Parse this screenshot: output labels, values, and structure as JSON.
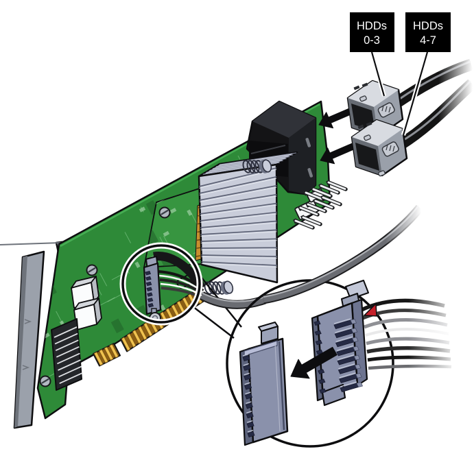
{
  "labels": {
    "hdd03": {
      "line1": "HDDs",
      "line2": "0-3"
    },
    "hdd47": {
      "line1": "HDDs",
      "line2": "4-7"
    }
  },
  "colors": {
    "label_background": "#000000",
    "label_text": "#ffffff",
    "pcb_green": "#2e8a38",
    "pcb_green_light": "#379540",
    "pcb_trace": "#8ecf96",
    "pcb_dark": "#1d5c26",
    "gold": "#f0c24f",
    "gold_dark": "#8a5d14",
    "bracket_gray": "#9ba1ab",
    "heatsink_gray": "#c9cdda",
    "connector_black": "#141416",
    "cable_connector_gray": "#d8dbe1",
    "detail_connector_gray": "#8a91ab",
    "red_marker": "#c4202a",
    "cable_dark": "#1d1d1f",
    "arrow_black": "#0d0d0f"
  }
}
